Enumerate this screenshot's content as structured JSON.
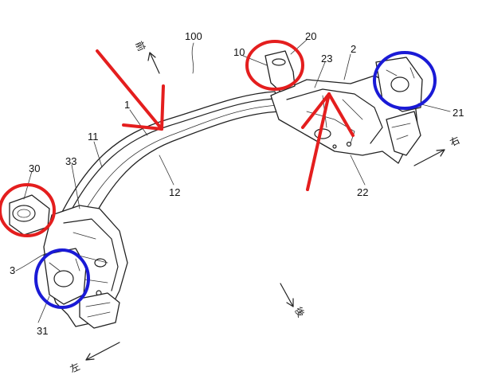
{
  "labels": {
    "ref_100": "100",
    "ref_1": "1",
    "ref_11": "11",
    "ref_12": "12",
    "ref_2": "2",
    "ref_10": "10",
    "ref_20": "20",
    "ref_23": "23",
    "ref_21": "21",
    "ref_22": "22",
    "ref_30": "30",
    "ref_33": "33",
    "ref_3": "3",
    "ref_31": "31"
  },
  "directions": {
    "front": "前",
    "right": "右",
    "rear": "後",
    "left": "左"
  },
  "annotation_colors": {
    "red": "#e41e1e",
    "blue": "#1a1ad6"
  }
}
